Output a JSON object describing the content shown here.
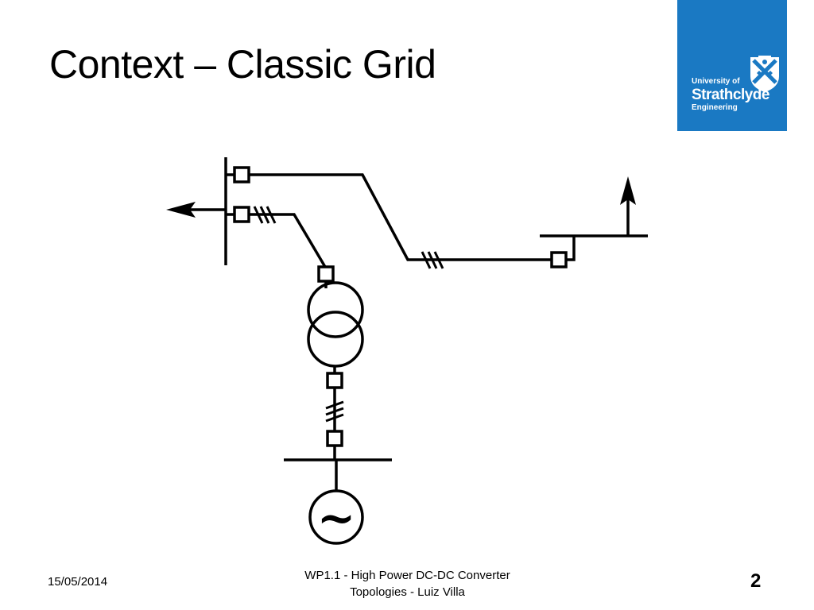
{
  "slide": {
    "title": "Context – Classic Grid"
  },
  "logo": {
    "line1": "University of",
    "line2": "Strathclyde",
    "line3": "Engineering",
    "background_color": "#1a79c3"
  },
  "diagram": {
    "generator_symbol": "~"
  },
  "footer": {
    "date": "15/05/2014",
    "center_line1": "WP1.1 - High Power DC-DC Converter",
    "center_line2": "Topologies - Luiz Villa",
    "page_number": "2"
  }
}
